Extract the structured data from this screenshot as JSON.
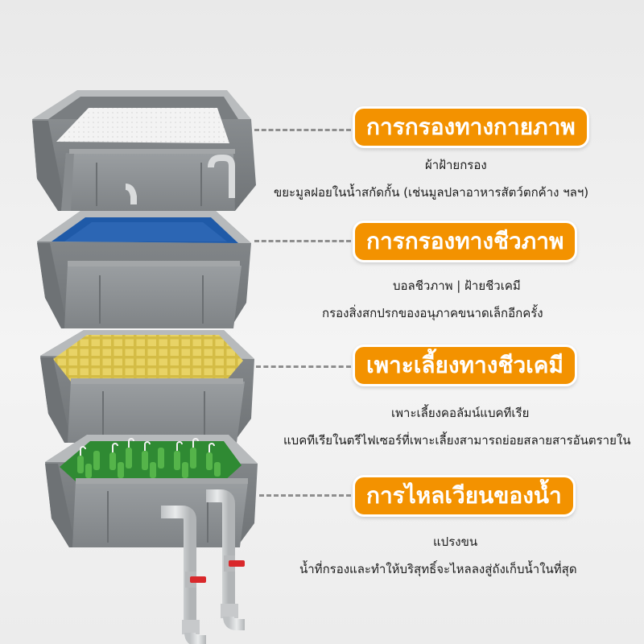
{
  "colors": {
    "accent": "#f39200",
    "box_gray": "#8f9396",
    "sponge_white": "#f2f2f2",
    "biomedia_blue": "#1f5aa8",
    "biomedia_yellow": "#d9c24a",
    "brush_green": "#3a9b3a",
    "valve_red": "#d9282b"
  },
  "sections": [
    {
      "title": "การกรองทางกายภาพ",
      "lines": [
        "ผ้าฝ้ายกรอง",
        "ขยะมูลฝอยในน้ำสกัดกั้น (เช่นมูลปลาอาหารสัตว์ตกค้าง ฯลฯ)"
      ]
    },
    {
      "title": "การกรองทางชีวภาพ",
      "lines": [
        "บอลชีวภาพ | ฝ้ายชีวเคมี",
        "กรองสิ่งสกปรกของอนุภาคขนาดเล็กอีกครั้ง"
      ]
    },
    {
      "title": "เพาะเลี้ยงทางชีวเคมี",
      "lines": [
        "เพาะเลี้ยงคอลัมน์แบคทีเรีย",
        "แบคทีเรียในตรีไฟเซอร์ที่เพาะเลี้ยงสามารถย่อยสลายสารอันตรายใน"
      ]
    },
    {
      "title": "การไหลเวียนของน้ำ",
      "lines": [
        "แปรงขน",
        "น้ำที่กรองและทำให้บริสุทธิ์จะไหลลงสู่ถังเก็บน้ำในที่สุด"
      ]
    }
  ]
}
